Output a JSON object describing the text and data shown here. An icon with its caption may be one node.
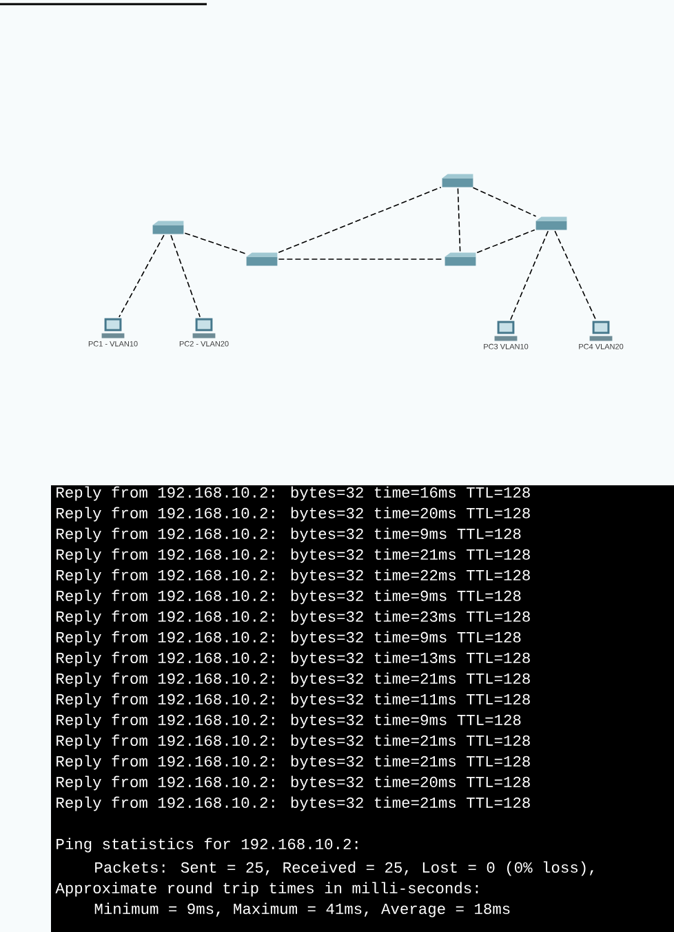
{
  "diagram": {
    "nodes": [
      {
        "text": [],
        "shape": "box"
      },
      {
        "text": [],
        "shape": "box"
      },
      {
        "text": [],
        "shape": "box"
      },
      {
        "text": [],
        "shape": "box"
      },
      {
        "text": [],
        "shape": "box"
      },
      {
        "text": [
          "PC1 - VLAN10"
        ]
      },
      {
        "text": [
          "PC2 - VLAN20"
        ]
      },
      {
        "text": [
          "PC3 VLAN10"
        ]
      },
      {
        "text": [
          "PC4 VLAN20"
        ]
      }
    ],
    "edges": [
      {
        "from": 0,
        "to": 5,
        "arrow": "none"
      },
      {
        "from": 0,
        "to": 6,
        "arrow": "none"
      },
      {
        "from": 0,
        "to": 1,
        "arrow": "none"
      },
      {
        "from": 1,
        "to": 2,
        "arrow": "none"
      },
      {
        "from": 1,
        "to": 3,
        "arrow": "none"
      },
      {
        "from": 2,
        "to": 3,
        "arrow": "none"
      },
      {
        "from": 2,
        "to": 4,
        "arrow": "none"
      },
      {
        "from": 3,
        "to": 4,
        "arrow": "none"
      },
      {
        "from": 4,
        "to": 7,
        "arrow": "none"
      },
      {
        "from": 4,
        "to": 8,
        "arrow": "none"
      }
    ],
    "labels": [
      "Reply from 192.168.10.2: bytes=32 time=16ms TTL=128",
      "Reply from 192.168.10.2: bytes=32 time=20ms TTL=128",
      "Reply from 192.168.10.2: bytes=32 time=9ms TTL=128",
      "Reply from 192.168.10.2: bytes=32 time=21ms TTL=128",
      "Reply from 192.168.10.2: bytes=32 time=22ms TTL=128",
      "Reply from 192.168.10.2: bytes=32 time=9ms TTL=128",
      "Reply from 192.168.10.2: bytes=32 time=23ms TTL=128",
      "Reply from 192.168.10.2: bytes=32 time=9ms TTL=128",
      "Reply from 192.168.10.2: bytes=32 time=13ms TTL=128",
      "Reply from 192.168.10.2: bytes=32 time=21ms TTL=128",
      "Reply from 192.168.10.2: bytes=32 time=11ms TTL=128",
      "Reply from 192.168.10.2: bytes=32 time=9ms TTL=128",
      "Reply from 192.168.10.2: bytes=32 time=21ms TTL=128",
      "Reply from 192.168.10.2: bytes=32 time=21ms TTL=128",
      "Reply from 192.168.10.2: bytes=32 time=20ms TTL=128",
      "Reply from 192.168.10.2: bytes=32 time=21ms TTL=128",
      "Ping statistics for 192.168.10.2:",
      "Packets: Sent = 25, Received = 25, Lost = 0 (0% loss),",
      "Approximate round trip times in milli-seconds:",
      "Minimum = 9ms, Maximum = 41ms, Average = 18ms"
    ]
  }
}
